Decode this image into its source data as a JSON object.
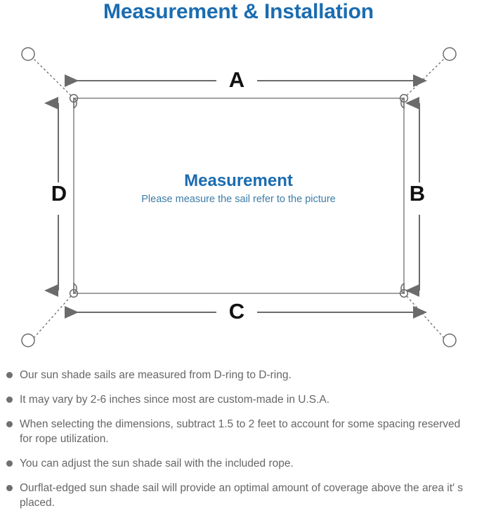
{
  "page": {
    "title": "Measurement & Installation",
    "background_color": "#ffffff",
    "accent_color": "#1b6cb0",
    "line_color": "#6b6b6b",
    "text_color": "#666666"
  },
  "diagram": {
    "center_title": "Measurement",
    "center_subtitle": "Please measure the sail refer to the picture",
    "dimension_labels": {
      "top": "A",
      "right": "B",
      "bottom": "C",
      "left": "D"
    },
    "sail": {
      "shape": "rectangle",
      "corner_hardware": "d-ring",
      "corner_count": 4
    },
    "anchors": {
      "count": 4,
      "shape": "circle",
      "connector": "dashed-rope",
      "positions": [
        "top-left",
        "top-right",
        "bottom-left",
        "bottom-right"
      ]
    }
  },
  "notes": [
    "Our sun shade sails are measured from D-ring to D-ring.",
    "It may vary by 2-6 inches since most are custom-made in U.S.A.",
    "When selecting the dimensions, subtract 1.5 to 2 feet to account for some spacing reserved for rope utilization.",
    "You can adjust the sun shade sail with the included rope.",
    "Ourflat-edged sun shade sail will provide an optimal amount of coverage above the area it′ s placed."
  ]
}
